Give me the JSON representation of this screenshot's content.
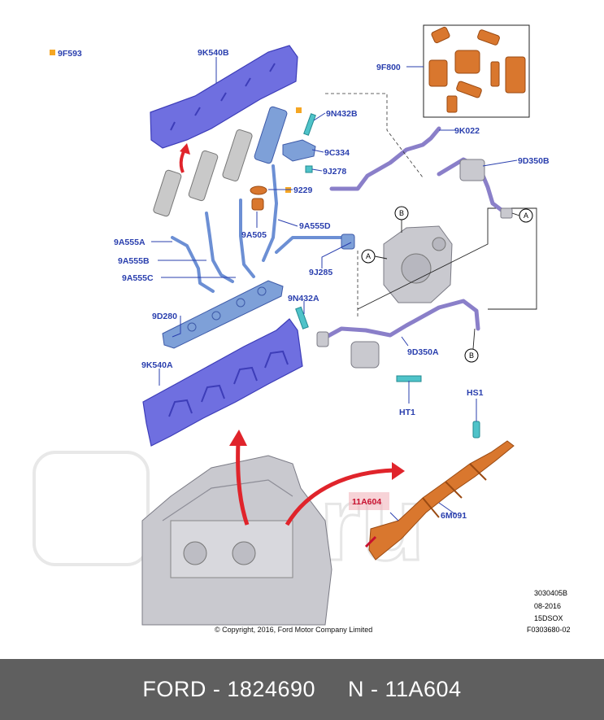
{
  "labels": {
    "l_9f593": "9F593",
    "l_9k540b": "9K540B",
    "l_9f800": "9F800",
    "l_9n432b": "9N432B",
    "l_9k022": "9K022",
    "l_9c334": "9C334",
    "l_9d350b": "9D350B",
    "l_9j278": "9J278",
    "l_9229": "9229",
    "l_9a505": "9A505",
    "l_9a555d": "9A555D",
    "l_9a555a": "9A555A",
    "l_9a555b": "9A555B",
    "l_9j285": "9J285",
    "l_9a555c": "9A555C",
    "l_9n432a": "9N432A",
    "l_9d280": "9D280",
    "l_9d350a": "9D350A",
    "l_9k540a": "9K540A",
    "l_ht1": "HT1",
    "l_hs1": "HS1",
    "l_11a604": "11A604",
    "l_6m091": "6M091"
  },
  "callouts": {
    "a1": "A",
    "a2": "A",
    "b1": "B",
    "b2": "B"
  },
  "meta": {
    "code1": "3030405B",
    "date": "08-2016",
    "model": "15DSOX",
    "ref": "F0303680-02",
    "copyright": "© Copyright, 2016, Ford Motor Company Limited"
  },
  "footer": {
    "brand_part": "FORD - 1824690",
    "n_part": "N - 11A604"
  },
  "colors": {
    "label_blue": "#2a3fae",
    "highlight_red": "#c8102e",
    "footer_bg": "#5f5f5f",
    "part_blue": "#6f6fe0",
    "part_orange": "#d9772e"
  },
  "icons": [
    "square-orange-icon",
    "arrow-red-icon"
  ]
}
